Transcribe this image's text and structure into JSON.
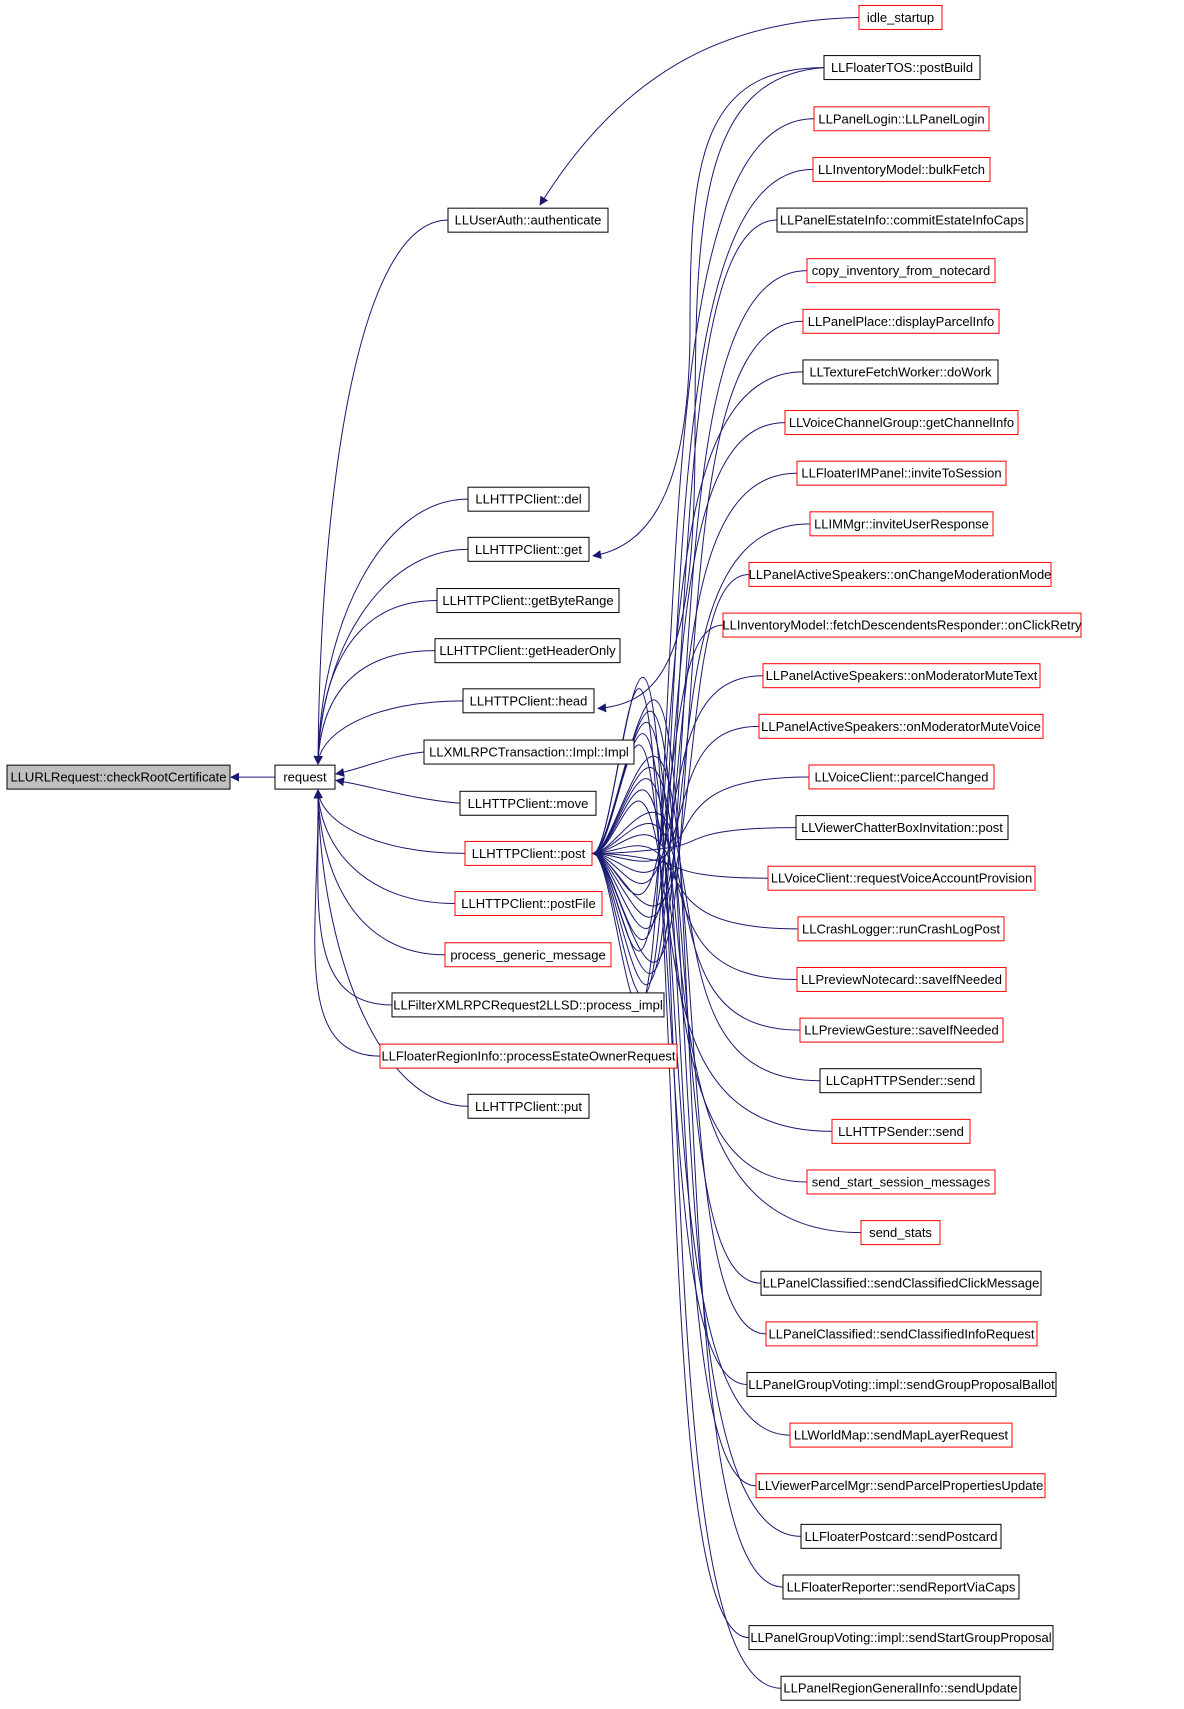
{
  "colors": {
    "edge": "#191970",
    "box_black": "#000000",
    "box_red": "#ff0000",
    "root_fill": "#bfbfbf"
  },
  "nodes": {
    "root": {
      "label": "LLURLRequest::checkRootCertificate",
      "border": "black",
      "highlighted": true
    },
    "request": {
      "label": "request",
      "border": "black"
    },
    "authenticate": {
      "label": "LLUserAuth::authenticate",
      "border": "black"
    },
    "del": {
      "label": "LLHTTPClient::del",
      "border": "black"
    },
    "get": {
      "label": "LLHTTPClient::get",
      "border": "black"
    },
    "getByteRange": {
      "label": "LLHTTPClient::getByteRange",
      "border": "black"
    },
    "getHeaderOnly": {
      "label": "LLHTTPClient::getHeaderOnly",
      "border": "black"
    },
    "head": {
      "label": "LLHTTPClient::head",
      "border": "black"
    },
    "xmlrpc": {
      "label": "LLXMLRPCTransaction::Impl::Impl",
      "border": "black"
    },
    "move": {
      "label": "LLHTTPClient::move",
      "border": "black"
    },
    "post": {
      "label": "LLHTTPClient::post",
      "border": "red"
    },
    "postFile": {
      "label": "LLHTTPClient::postFile",
      "border": "red"
    },
    "pgm": {
      "label": "process_generic_message",
      "border": "red"
    },
    "filterxml": {
      "label": "LLFilterXMLRPCRequest2LLSD::process_impl",
      "border": "black"
    },
    "regioninfo": {
      "label": "LLFloaterRegionInfo::processEstateOwnerRequest",
      "border": "red"
    },
    "put": {
      "label": "LLHTTPClient::put",
      "border": "black"
    },
    "idle": {
      "label": "idle_startup",
      "border": "red"
    },
    "tos": {
      "label": "LLFloaterTOS::postBuild",
      "border": "black"
    }
  },
  "post_callers": [
    {
      "label": "LLPanelLogin::LLPanelLogin",
      "border": "red"
    },
    {
      "label": "LLInventoryModel::bulkFetch",
      "border": "red"
    },
    {
      "label": "LLPanelEstateInfo::commitEstateInfoCaps",
      "border": "black"
    },
    {
      "label": "copy_inventory_from_notecard",
      "border": "red"
    },
    {
      "label": "LLPanelPlace::displayParcelInfo",
      "border": "red"
    },
    {
      "label": "LLTextureFetchWorker::doWork",
      "border": "black"
    },
    {
      "label": "LLVoiceChannelGroup::getChannelInfo",
      "border": "red"
    },
    {
      "label": "LLFloaterIMPanel::inviteToSession",
      "border": "red"
    },
    {
      "label": "LLIMMgr::inviteUserResponse",
      "border": "red"
    },
    {
      "label": "LLPanelActiveSpeakers::onChangeModerationMode",
      "border": "red"
    },
    {
      "label": "LLInventoryModel::fetchDescendentsResponder::onClickRetry",
      "border": "red"
    },
    {
      "label": "LLPanelActiveSpeakers::onModeratorMuteText",
      "border": "red"
    },
    {
      "label": "LLPanelActiveSpeakers::onModeratorMuteVoice",
      "border": "red"
    },
    {
      "label": "LLVoiceClient::parcelChanged",
      "border": "red"
    },
    {
      "label": "LLViewerChatterBoxInvitation::post",
      "border": "black"
    },
    {
      "label": "LLVoiceClient::requestVoiceAccountProvision",
      "border": "red"
    },
    {
      "label": "LLCrashLogger::runCrashLogPost",
      "border": "red"
    },
    {
      "label": "LLPreviewNotecard::saveIfNeeded",
      "border": "red"
    },
    {
      "label": "LLPreviewGesture::saveIfNeeded",
      "border": "red"
    },
    {
      "label": "LLCapHTTPSender::send",
      "border": "black"
    },
    {
      "label": "LLHTTPSender::send",
      "border": "red"
    },
    {
      "label": "send_start_session_messages",
      "border": "red"
    },
    {
      "label": "send_stats",
      "border": "red"
    },
    {
      "label": "LLPanelClassified::sendClassifiedClickMessage",
      "border": "black"
    },
    {
      "label": "LLPanelClassified::sendClassifiedInfoRequest",
      "border": "red"
    },
    {
      "label": "LLPanelGroupVoting::impl::sendGroupProposalBallot",
      "border": "black"
    },
    {
      "label": "LLWorldMap::sendMapLayerRequest",
      "border": "red"
    },
    {
      "label": "LLViewerParcelMgr::sendParcelPropertiesUpdate",
      "border": "red"
    },
    {
      "label": "LLFloaterPostcard::sendPostcard",
      "border": "black"
    },
    {
      "label": "LLFloaterReporter::sendReportViaCaps",
      "border": "black"
    },
    {
      "label": "LLPanelGroupVoting::impl::sendStartGroupProposal",
      "border": "black"
    },
    {
      "label": "LLPanelRegionGeneralInfo::sendUpdate",
      "border": "black"
    }
  ]
}
